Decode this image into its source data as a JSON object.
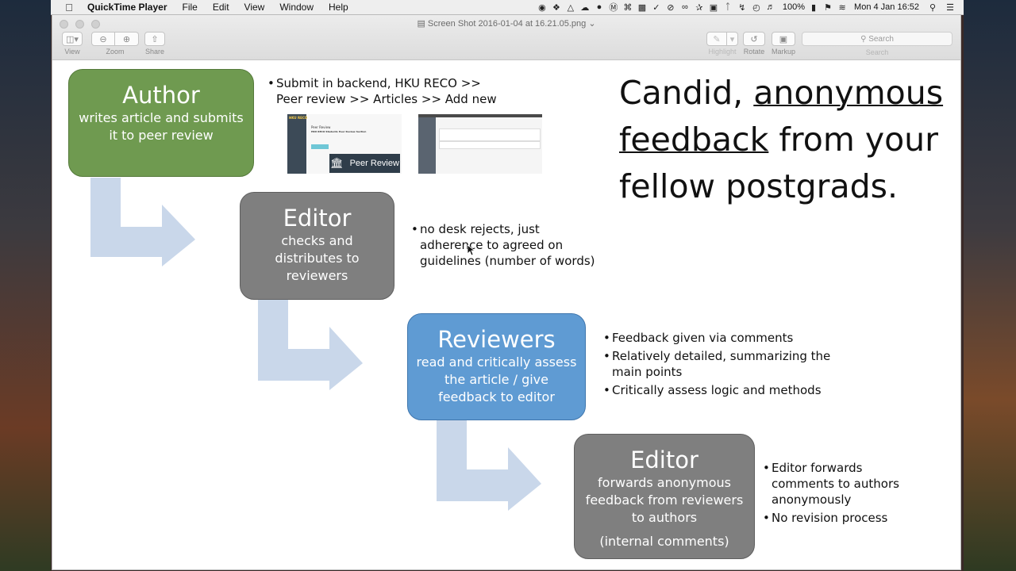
{
  "menubar": {
    "app_name": "QuickTime Player",
    "items": [
      "File",
      "Edit",
      "View",
      "Window",
      "Help"
    ],
    "battery": "100%",
    "datetime": "Mon 4 Jan  16:52"
  },
  "window": {
    "title": "Screen Shot 2016-01-04 at 16.21.05.png",
    "toolbar": {
      "view_label": "View",
      "zoom_label": "Zoom",
      "share_label": "Share",
      "highlight_label": "Highlight",
      "rotate_label": "Rotate",
      "markup_label": "Markup",
      "search_placeholder": "Search",
      "search_label": "Search"
    }
  },
  "slide": {
    "headline": {
      "part1": "Candid, ",
      "underlined": "anonymous feedback",
      "part2": " from your fellow postgrads."
    },
    "boxes": [
      {
        "title": "Author",
        "body": "writes article and submits it to peer review",
        "color": "#6f9a50"
      },
      {
        "title": "Editor",
        "body": "checks and distributes to reviewers",
        "color": "#7f7f7f"
      },
      {
        "title": "Reviewers",
        "body": "read and critically assess the article / give feedback to editor",
        "color": "#5f9bd3"
      },
      {
        "title": "Editor",
        "body": "forwards anonymous feedback from reviewers to authors",
        "extra": "(internal comments)",
        "color": "#7f7f7f"
      }
    ],
    "author_bullets": [
      "Submit in backend, HKU RECO >> Peer review >> Articles >> Add new"
    ],
    "editor_bullets": [
      "no desk rejects, just adherence to agreed on guidelines (number of words)"
    ],
    "reviewer_bullets": [
      "Feedback given via comments",
      "Relatively detailed, summarizing the main points",
      "Critically assess logic and methods"
    ],
    "final_bullets": [
      "Editor forwards comments to authors anonymously",
      "No revision process"
    ],
    "thumbnail": {
      "logo_text": "HKU RECO",
      "page_heading": "Peer Review",
      "page_subheading": "HKU RECO Students Peer Review Section",
      "button_label": "Peer Review"
    }
  },
  "colors": {
    "arrow": "#c9d7ea",
    "author_box": "#6f9a50",
    "editor_box": "#7f7f7f",
    "reviewers_box": "#5f9bd3"
  }
}
